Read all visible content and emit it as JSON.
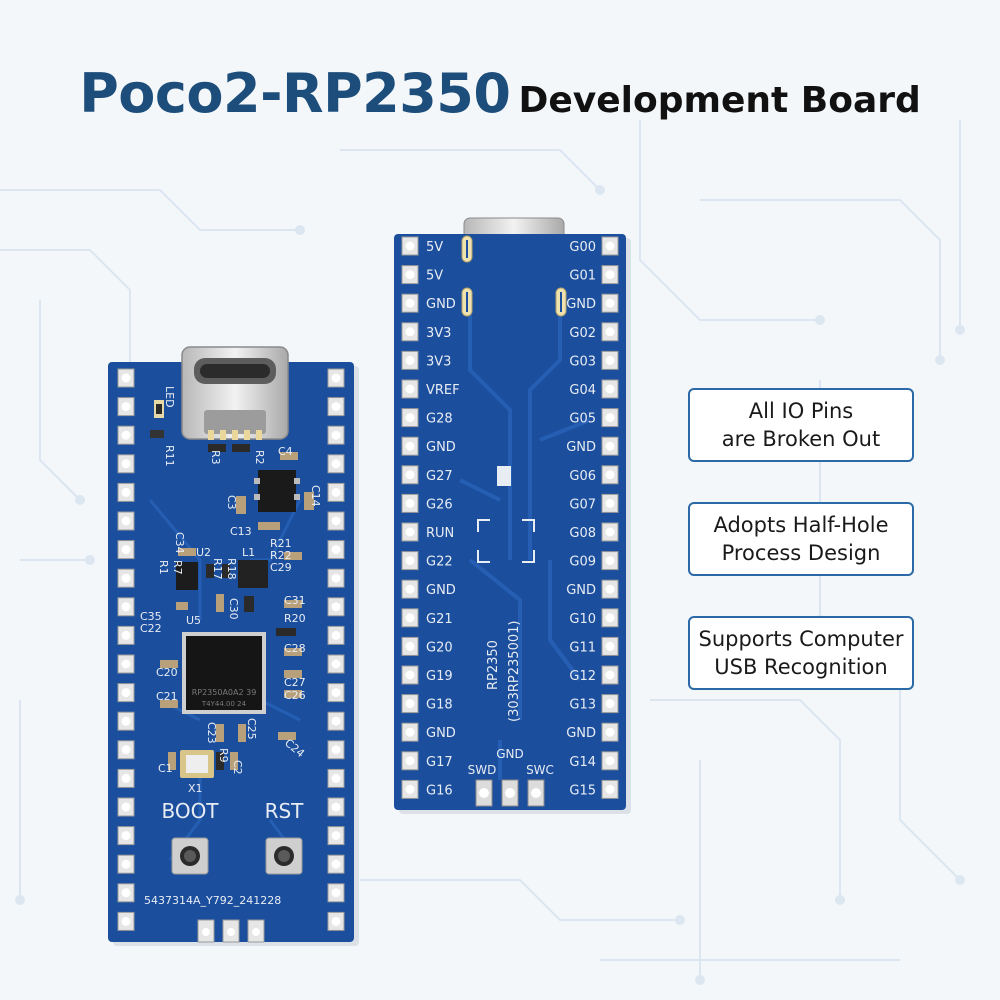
{
  "title": {
    "main": "Poco2-RP2350",
    "sub": "Development Board"
  },
  "front_board": {
    "labels": {
      "led": "LED",
      "r11": "R11",
      "r3": "R3",
      "r2": "R2",
      "c4": "C4",
      "c3": "C3",
      "c14": "C14",
      "c13": "C13",
      "l1": "L1",
      "r21": "R21",
      "r22": "R22",
      "c29": "C29",
      "c34": "C34",
      "u2": "U2",
      "r1": "R1",
      "r7": "R7",
      "r17": "R17",
      "r18": "R18",
      "c35": "C35",
      "c22": "C22",
      "u5": "U5",
      "c30": "C30",
      "c31": "C31",
      "r20": "R20",
      "c28": "C28",
      "c20": "C20",
      "c21": "C21",
      "c27": "C27",
      "c26": "C26",
      "chip_line1": "RP2350A0A2 39",
      "chip_line2": "T4Y44.00 24",
      "c23": "C23",
      "c25": "C25",
      "c24": "C24",
      "c1": "C1",
      "r9": "R9",
      "c2": "C2",
      "x1": "X1",
      "boot": "BOOT",
      "rst": "RST",
      "serial": "5437314A_Y792_241228"
    }
  },
  "back_board": {
    "left_pins": [
      "5V",
      "5V",
      "GND",
      "3V3",
      "3V3",
      "VREF",
      "G28",
      "GND",
      "G27",
      "G26",
      "RUN",
      "G22",
      "GND",
      "G21",
      "G20",
      "G19",
      "G18",
      "GND",
      "G17",
      "G16"
    ],
    "right_pins": [
      "G00",
      "G01",
      "GND",
      "G02",
      "G03",
      "G04",
      "G05",
      "GND",
      "G06",
      "G07",
      "G08",
      "G09",
      "GND",
      "G10",
      "G11",
      "G12",
      "G13",
      "GND",
      "G14",
      "G15"
    ],
    "chip_label": "RP2350",
    "chip_code": "(303RP235001)",
    "debug_gnd": "GND",
    "debug_swd": "SWD",
    "debug_swc": "SWC"
  },
  "callouts": [
    {
      "line1": "All IO Pins",
      "line2": "are Broken Out"
    },
    {
      "line1": "Adopts Half-Hole",
      "line2": "Process Design"
    },
    {
      "line1": "Supports Computer",
      "line2": "USB Recognition"
    }
  ],
  "colors": {
    "pcb_blue": "#1b4f9e",
    "pcb_trace": "#2760b5",
    "title_blue": "#1d4e7b",
    "callout_border": "#2b6aa7",
    "gold": "#d9c89a",
    "pad_silver": "#e6e6e6"
  }
}
